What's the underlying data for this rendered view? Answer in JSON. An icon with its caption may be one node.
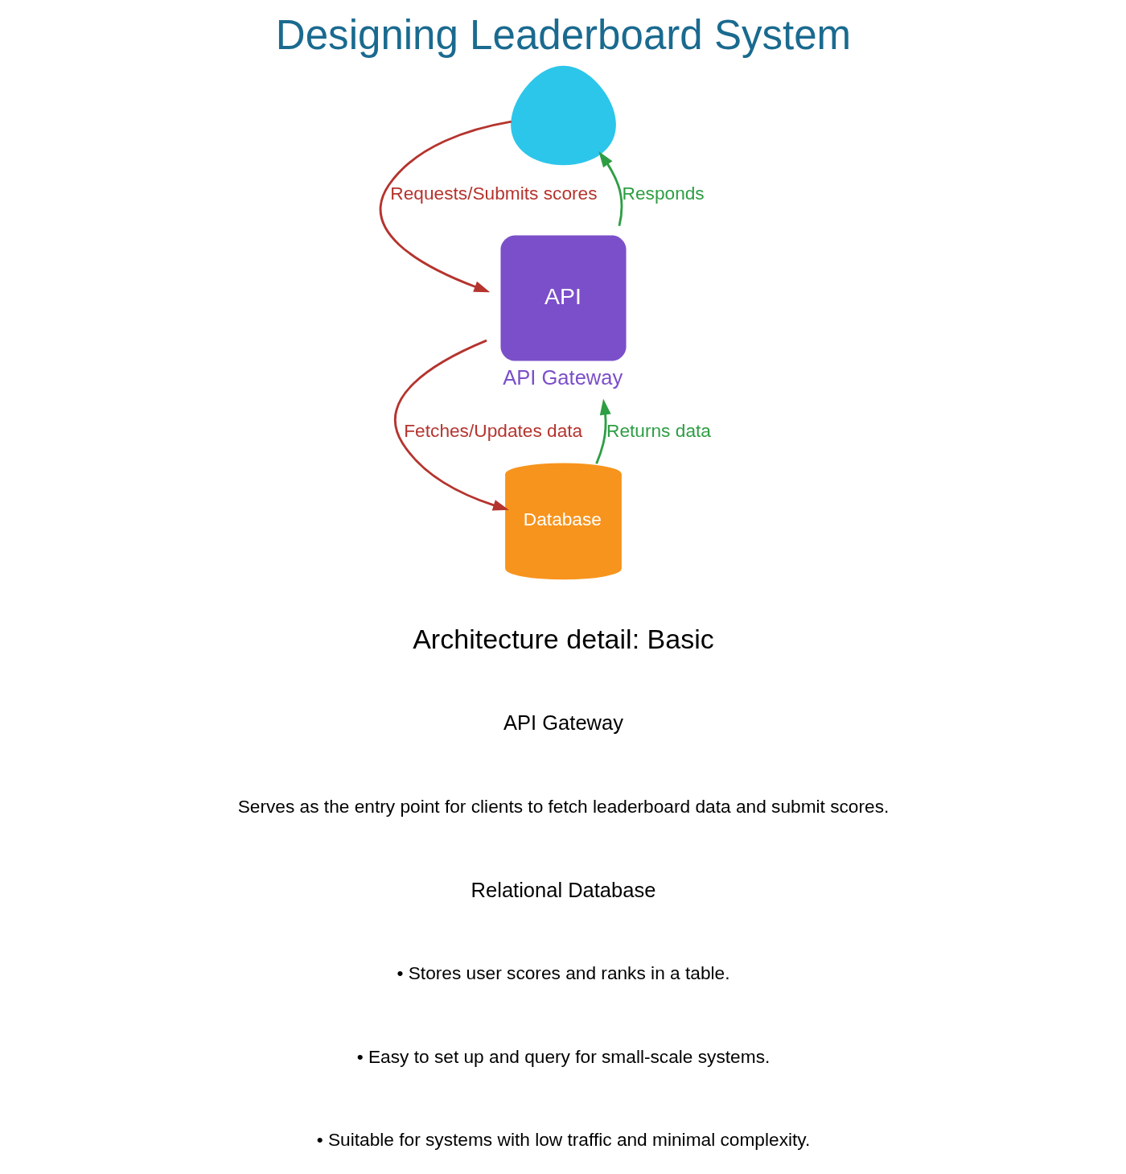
{
  "diagram": {
    "title": "Designing Leaderboard System",
    "nodes": [
      {
        "text": [],
        "shape": "person"
      },
      {
        "text": [
          "API",
          "API Gateway"
        ]
      },
      {
        "text": [
          "Database"
        ]
      }
    ],
    "edges": [
      {
        "from": 0,
        "to": 1,
        "arrow": "to",
        "label": "Requests/Submits scores",
        "color": "#b5342e"
      },
      {
        "from": 1,
        "to": 0,
        "arrow": "to",
        "label": "Responds",
        "color": "#2e9e44"
      },
      {
        "from": 1,
        "to": 2,
        "arrow": "to",
        "label": "Fetches/Updates data",
        "color": "#b5342e"
      },
      {
        "from": 2,
        "to": 1,
        "arrow": "to",
        "label": "Returns data",
        "color": "#2e9e44"
      }
    ],
    "labels": [
      "Architecture detail: Basic",
      "API Gateway",
      "Serves as the entry point for clients to fetch leaderboard data and submit scores.",
      "Relational Database",
      "• Stores user scores and ranks in a table.",
      "• Easy to set up and query for small-scale systems.",
      "• Suitable for systems with low traffic and minimal complexity."
    ]
  }
}
